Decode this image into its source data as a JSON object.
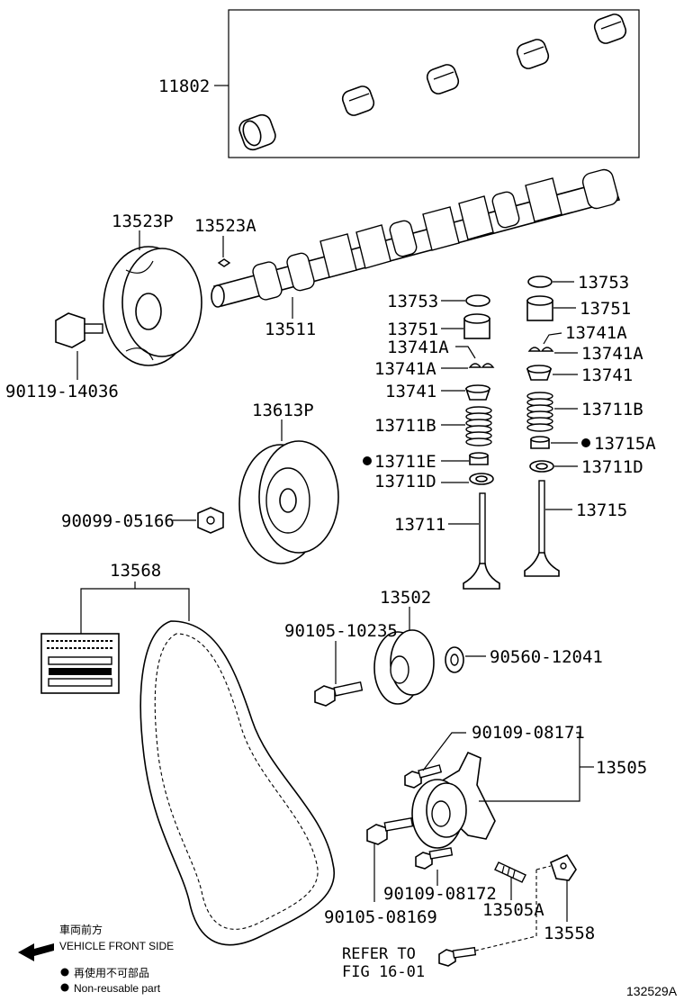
{
  "labels": {
    "p11802": "11802",
    "p13523P": "13523P",
    "p13523A": "13523A",
    "p13511": "13511",
    "p90119": "90119-14036",
    "p13753_l": "13753",
    "p13751_l": "13751",
    "p13741A_l1": "13741A",
    "p13741A_l2": "13741A",
    "p13741_l": "13741",
    "p13711B_l": "13711B",
    "p13711E": "13711E",
    "p13711D_l": "13711D",
    "p13711": "13711",
    "p13753_r": "13753",
    "p13751_r": "13751",
    "p13741A_r1": "13741A",
    "p13741A_r2": "13741A",
    "p13741_r": "13741",
    "p13711B_r": "13711B",
    "p13715A": "13715A",
    "p13711D_r": "13711D",
    "p13715": "13715",
    "p13613P": "13613P",
    "p90099": "90099-05166",
    "p13568": "13568",
    "p13502": "13502",
    "p90105_10235": "90105-10235",
    "p90560": "90560-12041",
    "p90109_08171": "90109-08171",
    "p13505": "13505",
    "p90109_08172": "90109-08172",
    "p90105_08169": "90105-08169",
    "p13505A": "13505A",
    "p13558": "13558"
  },
  "notes": {
    "front_jp": "車両前方",
    "front_en": "VEHICLE FRONT SIDE",
    "nonreusable_jp": "再使用不可部品",
    "nonreusable_en": "Non-reusable part",
    "refer_line1": "REFER TO",
    "refer_line2": "FIG 16-01"
  },
  "figure_id": "132529A",
  "icons": {
    "front_arrow": "arrow-left-icon",
    "nonreusable_mark": "filled-dot-icon"
  }
}
